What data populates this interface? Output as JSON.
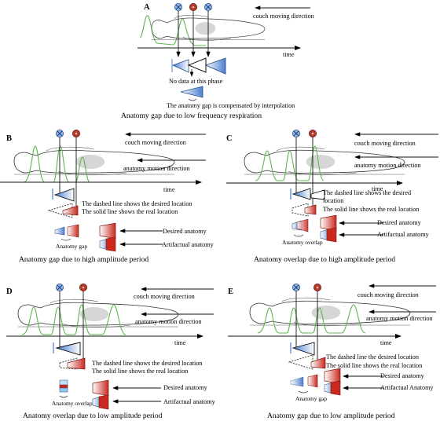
{
  "colors": {
    "respiration_wave": "#5cb84c",
    "blue_detector": "#5b8fd4",
    "red_detector": "#b23a2a",
    "desired_anatomy": "#c8281e",
    "artifactual_anatomy": "#4a7fd0",
    "body_outline": "#333333",
    "organ": "#c8c8c8"
  },
  "panels": {
    "A": {
      "letter": "A",
      "couch": "couch moving direction",
      "time": "time",
      "nodata": "No data at this phase",
      "compensated": "The anatomy gap is compensated by interpolation",
      "caption": "Anatomy gap due to low frequency respiration"
    },
    "B": {
      "letter": "B",
      "couch": "couch moving direction",
      "motion": "anatomy motion direction",
      "time": "time",
      "dashed": "The dashed line shows the desired location",
      "solid": "The solid line shows the real location",
      "desired": "Desired anatomy",
      "artifactual": "Artifactual anatomy",
      "gap": "Anatomy gap",
      "caption": "Anatomy gap due to high amplitude period"
    },
    "C": {
      "letter": "C",
      "couch": "couch moving direction",
      "motion": "anatomy motion direction",
      "time": "time",
      "dashed": "The dashed line shows the desired",
      "dashed2": "location",
      "solid": "The solid line shows the real location",
      "desired": "Desired anatomy",
      "artifactual": "Artifactual anatomy",
      "overlap": "Anatomy overlap",
      "caption": "Anatomy overlap due to high amplitude period"
    },
    "D": {
      "letter": "D",
      "couch": "couch moving direction",
      "motion": "anatomy motion direction",
      "time": "time",
      "dashed": "The dashed line shows the desired location",
      "solid": "The solid line shows the real location",
      "desired": "Desired anatomy",
      "artifactual": "Artifactual anatomy",
      "overlap": "Anatomy overlap",
      "caption": "Anatomy overlap due to low amplitude period"
    },
    "E": {
      "letter": "E",
      "couch": "couch moving direction",
      "motion": "anatomy motion direction",
      "time": "time",
      "dashed": "The dashed line the desired location",
      "solid": "The solid line shows the real location",
      "desired": "Desired anatomy",
      "artifactual": "Artifactual Anatomy",
      "gap": "Anatomy gap",
      "caption": "Anatomy gap due to low amplitude period"
    }
  }
}
